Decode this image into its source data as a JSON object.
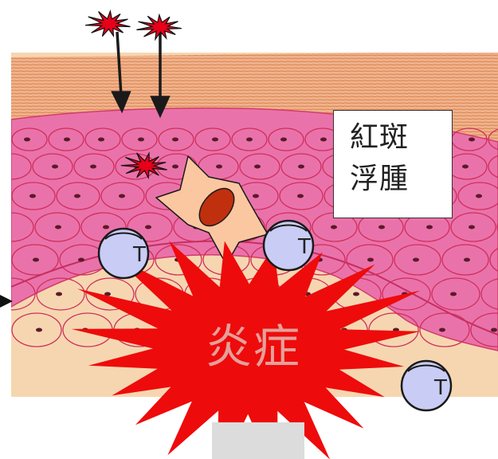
{
  "labels": {
    "symptom_line1": "紅斑",
    "symptom_line2": "浮腫",
    "inflammation": "炎症",
    "tcell_marker": "T"
  },
  "colors": {
    "epidermis": "#e86aa6",
    "cell_border": "#d23c6a",
    "stratum_corneum": "#f0b28c",
    "dermis": "#f6d6b0",
    "antigen": "#e8001a",
    "burst": "#ee0b0b",
    "dendritic_cell": "#fbc7a0",
    "nucleus": "#c0300e",
    "t_cell": "#c9ccf5"
  },
  "icons": [
    "antigen-burst-icon",
    "down-arrow-icon",
    "dendritic-cell-icon",
    "t-cell-icon",
    "inflammation-burst-icon",
    "right-arrow-icon"
  ]
}
